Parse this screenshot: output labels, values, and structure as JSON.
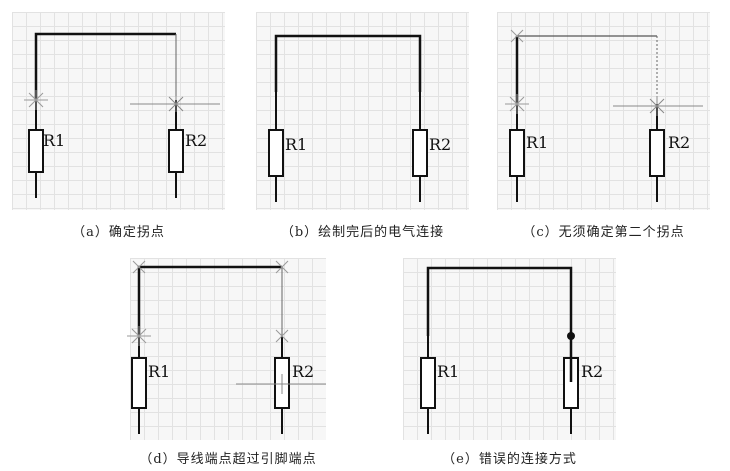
{
  "figures": [
    {
      "id": "a",
      "caption": "（a）确定拐点",
      "r1": "R1",
      "r2": "R2"
    },
    {
      "id": "b",
      "caption": "（b）绘制完后的电气连接",
      "r1": "R1",
      "r2": "R2"
    },
    {
      "id": "c",
      "caption": "（c）无须确定第二个拐点",
      "r1": "R1",
      "r2": "R2"
    },
    {
      "id": "d",
      "caption": "（d）导线端点超过引脚端点",
      "r1": "R1",
      "r2": "R2"
    },
    {
      "id": "e",
      "caption": "（e）错误的连接方式",
      "r1": "R1",
      "r2": "R2"
    }
  ],
  "colors": {
    "wire": "#111111",
    "grid": "#e2e2e2",
    "panel_bg": "#f7f7f7",
    "cursor": "#888888"
  }
}
